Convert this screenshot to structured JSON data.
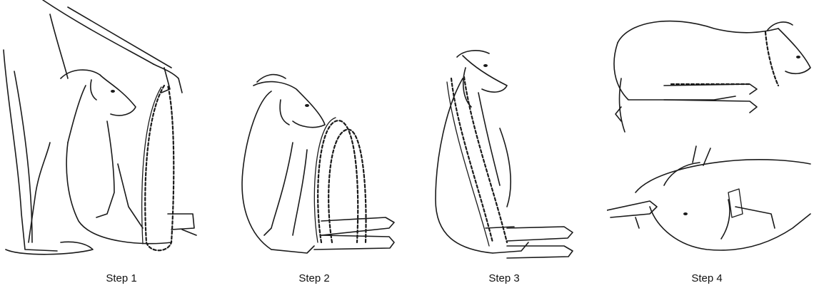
{
  "steps": [
    {
      "caption": "Step 1",
      "illustration": "person-holding-rope-loop-beside-seated-goat"
    },
    {
      "caption": "Step 2",
      "illustration": "goat-stepping-into-double-rope-loops"
    },
    {
      "caption": "Step 3",
      "illustration": "rope-passed-over-goat-shoulders"
    },
    {
      "caption": "Step 4",
      "illustration": "goat-lying-with-legs-tied-and-head-restrained"
    }
  ]
}
